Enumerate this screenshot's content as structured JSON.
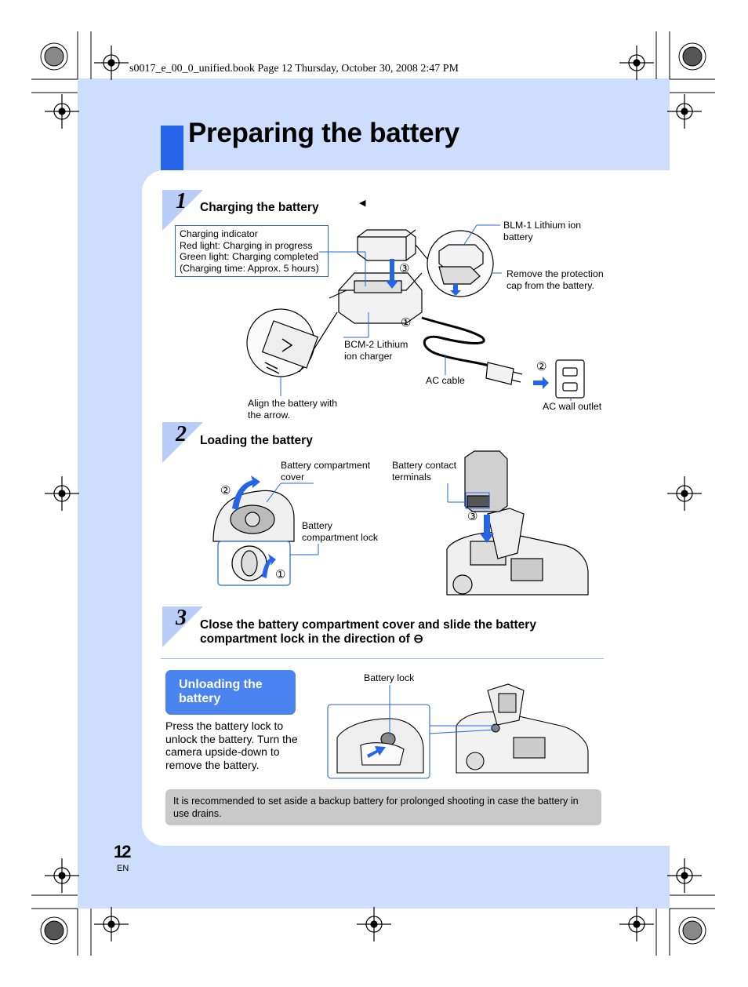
{
  "header_meta": "s0017_e_00_0_unified.book  Page 12  Thursday, October 30, 2008  2:47 PM",
  "title": "Preparing the battery",
  "steps": [
    {
      "number": "1",
      "title": "Charging the battery"
    },
    {
      "number": "2",
      "title": "Loading the battery"
    },
    {
      "number": "3",
      "title": "Close the battery compartment cover and slide the battery compartment lock in the direction of ⊖"
    }
  ],
  "charging_box": [
    "Charging indicator",
    "Red light: Charging in progress",
    "Green light: Charging completed",
    "(Charging time: Approx. 5 hours)"
  ],
  "labels": {
    "blm1": "BLM-1 Lithium ion battery",
    "remove_cap": "Remove the protection cap from the battery.",
    "bcm2": "BCM-2 Lithium ion charger",
    "ac_cable": "AC cable",
    "ac_outlet": "AC wall outlet",
    "align": "Align the battery with the arrow.",
    "compartment_cover": "Battery compartment cover",
    "contact_terminals": "Battery contact terminals",
    "compartment_lock": "Battery compartment lock",
    "battery_lock": "Battery lock"
  },
  "markers": {
    "one": "①",
    "two": "②",
    "three": "③",
    "arrow": "◀"
  },
  "unloading": {
    "title": "Unloading the battery",
    "text": "Press the battery lock to unlock the battery. Turn the camera upside-down to remove the battery."
  },
  "note": "It is recommended to set aside a backup battery for prolonged shooting in case the battery in use drains.",
  "page_number": "12",
  "language": "EN",
  "colors": {
    "accent": "#2563e8",
    "band": "#cdddfc",
    "step_triangle": "#b8cdf8",
    "note_bg": "#c9c9c9"
  }
}
